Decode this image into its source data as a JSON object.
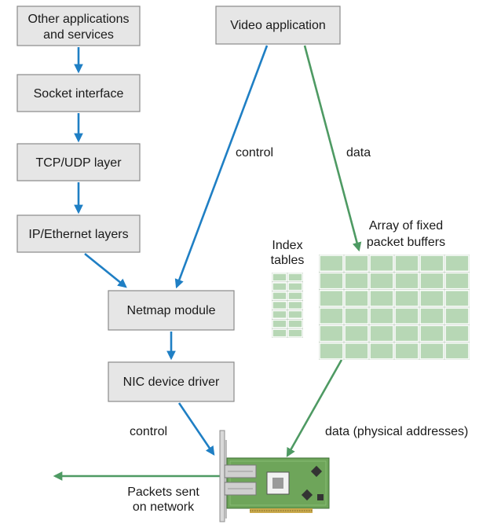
{
  "boxes": {
    "other_apps_line1": "Other applications",
    "other_apps_line2": "and services",
    "socket": "Socket interface",
    "tcp": "TCP/UDP layer",
    "ip": "IP/Ethernet layers",
    "netmap": "Netmap module",
    "nic": "NIC device driver",
    "video": "Video application"
  },
  "labels": {
    "control_top": "control",
    "data_top": "data",
    "index_line1": "Index",
    "index_line2": "tables",
    "array_line1": "Array of fixed",
    "array_line2": "packet buffers",
    "control_bottom": "control",
    "data_physical": "data (physical addresses)",
    "packets_line1": "Packets sent",
    "packets_line2": "on network"
  },
  "colors": {
    "box_fill": "#e6e6e6",
    "box_stroke": "#8a8a8a",
    "control_arrow": "#1f7fc4",
    "data_arrow": "#4e9a63",
    "buffer_cell": "#b7d7b5",
    "buffer_frame": "#8fa88e",
    "nic_board": "#6ea55a"
  },
  "grid": {
    "index_rows": 7,
    "index_cols": 2,
    "buffer_rows": 6,
    "buffer_cols": 6
  }
}
